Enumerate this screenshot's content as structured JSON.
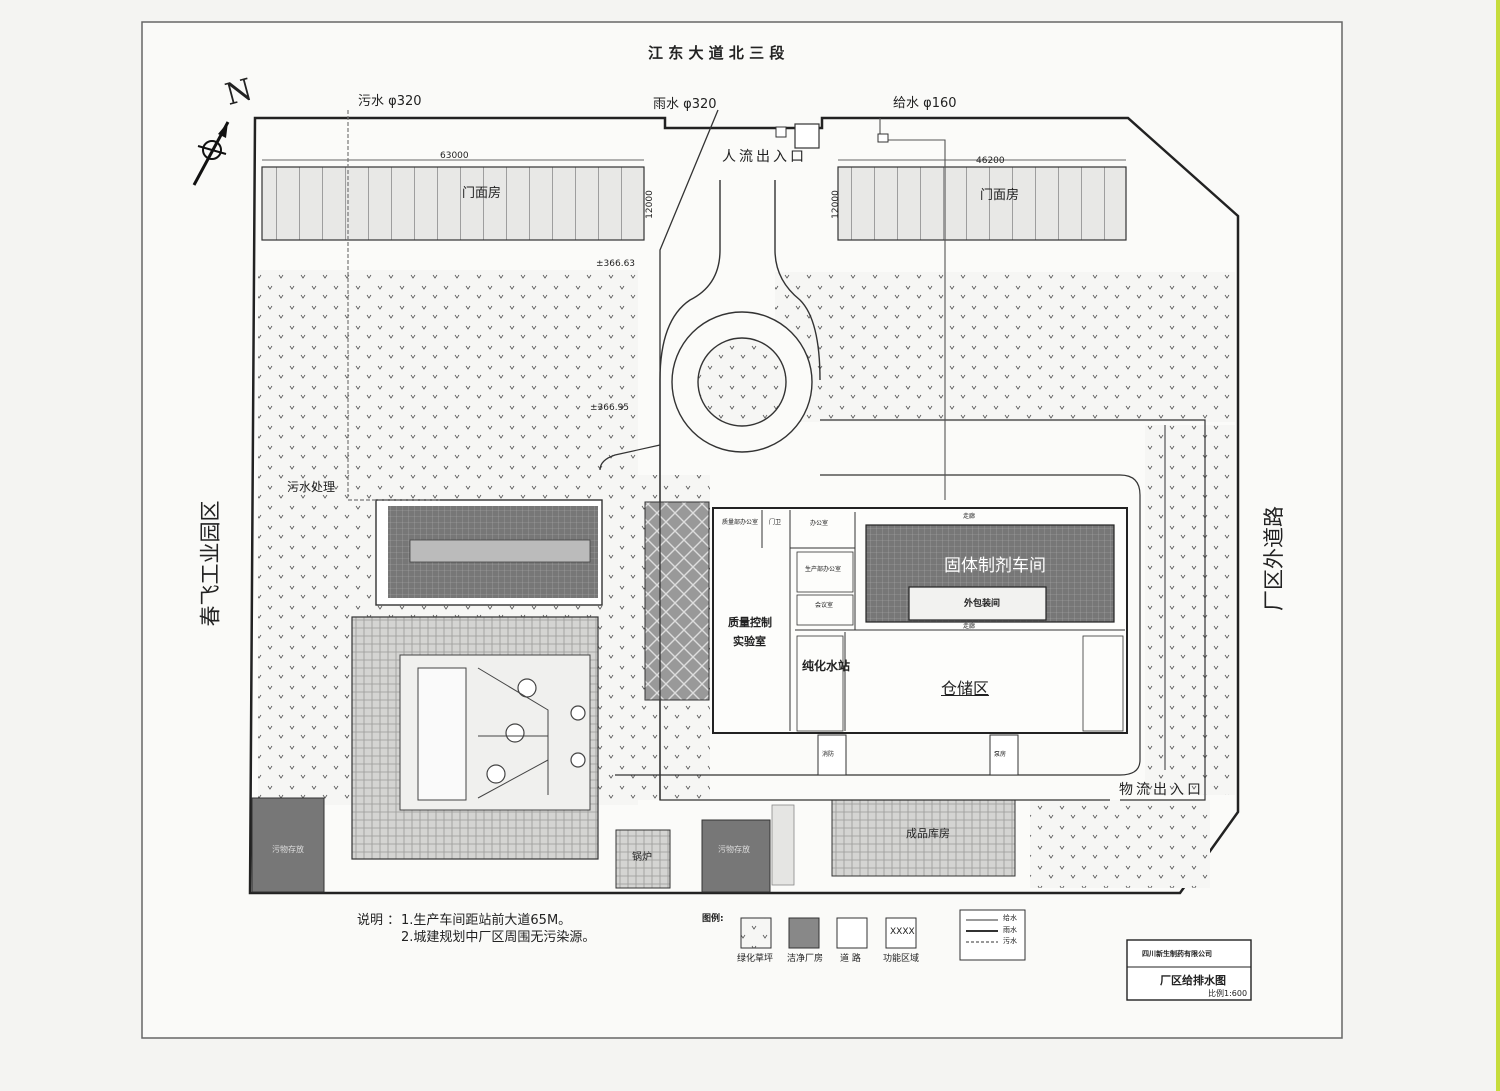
{
  "road_top": "江 东 大 道 北 三 段",
  "road_left": "春飞工业园区",
  "road_right": "厂区外道路",
  "pipes": {
    "sewage": "污水  φ320",
    "rain": "雨水  φ320",
    "supply": "给水  φ160"
  },
  "gates": {
    "people": "人流出入口",
    "logistics": "物流出入口"
  },
  "dims": {
    "left_width": "63000",
    "right_width": "46200",
    "left_depth": "12000",
    "right_depth": "12000"
  },
  "elevations": {
    "e1": "±366.63",
    "e2": "±366.95"
  },
  "shops": {
    "left": "门面房",
    "right": "门面房"
  },
  "areas": {
    "sewage_treatment": "污水处理",
    "solid_workshop": "固体制剂车间",
    "outer_packing": "外包装间",
    "warehouse": "仓储区",
    "pure_water": "纯化水站",
    "qc_lab_1": "质量控制",
    "qc_lab_2": "实验室",
    "finished_goods": "成品库房",
    "qc_office": "质量部办公室",
    "guard": "门卫",
    "office_small": "办公室",
    "prod_office": "生产部办公室",
    "meeting": "会议室",
    "waste1": "污物存放",
    "waste2": "污物存放",
    "boiler": "锅炉",
    "corridor1": "走廊",
    "corridor2": "走廊",
    "fire": "消防",
    "pump": "泵房"
  },
  "notes": {
    "prefix": "说明 ：",
    "line1": "1.生产车间距站前大道65M。",
    "line2": "2.城建规划中厂区周围无污染源。"
  },
  "legend": {
    "title": "图例:",
    "items": [
      "绿化草坪",
      "洁净厂房",
      "道  路",
      "功能区域"
    ],
    "func_symbol": "XXXX",
    "lines": [
      "给水",
      "雨水",
      "污水"
    ]
  },
  "titleblock": {
    "company": "四川新生制药有限公司",
    "drawing": "厂区给排水图",
    "scale": "比例1:600"
  },
  "compass": "N",
  "colors": {
    "line": "#333333",
    "clean": "#7a7a7a",
    "dark": "#555555",
    "accent": "#c6dc3c"
  }
}
